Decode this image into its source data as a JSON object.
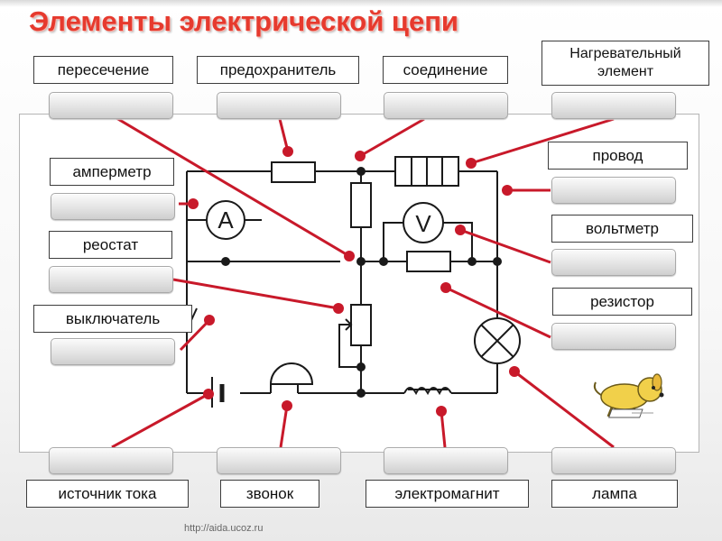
{
  "title": "Элементы электрической цепи",
  "labels": {
    "intersection": "пересечение",
    "fuse": "предохранитель",
    "connection": "соединение",
    "heating_element": "Нагревательный элемент",
    "ammeter": "амперметр",
    "wire": "провод",
    "rheostat": "реостат",
    "voltmeter": "вольтметр",
    "switch": "выключатель",
    "resistor": "резистор",
    "power_source": "источник тока",
    "bell": "звонок",
    "electromagnet": "электромагнит",
    "lamp": "лампа"
  },
  "symbols": {
    "ammeter_letter": "A",
    "voltmeter_letter": "V"
  },
  "footer": {
    "url": "http://aida.ucoz.ru"
  },
  "colors": {
    "title": "#e63a2e",
    "connector_line": "#c8192a",
    "circuit": "#1a1a1a"
  }
}
